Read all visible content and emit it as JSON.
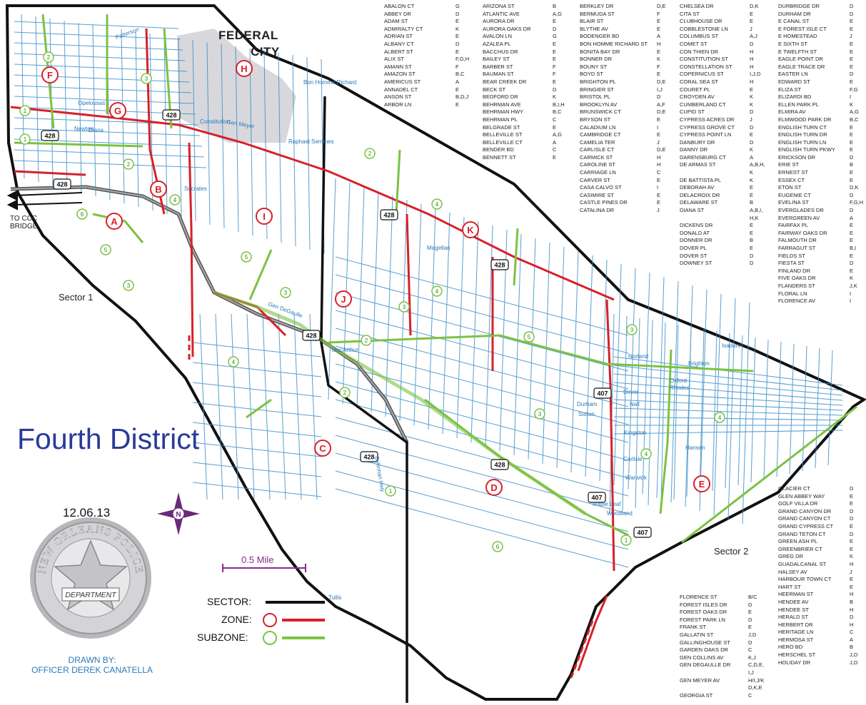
{
  "map": {
    "title": "Fourth District",
    "date": "12.06.13",
    "federal_city_line1": "FEDERAL",
    "federal_city_line2": "CITY",
    "sector_1": "Sector 1",
    "sector_2": "Sector 2",
    "ccc_line1": "TO CCC",
    "ccc_line2": "BRIDGE",
    "scale_label": "0.5 Mile",
    "north_label": "N",
    "legend": {
      "sector": "SECTOR:",
      "zone": "ZONE:",
      "subzone": "SUBZONE:"
    },
    "badge": {
      "top": "NEW ORLEANS POLICE",
      "center": "DEPARTMENT"
    },
    "drawn_by_line1": "DRAWN BY:",
    "drawn_by_line2": "OFFICER DEREK CANATELLA",
    "colors": {
      "sector": "#111111",
      "zone": "#d8202a",
      "subzone": "#7cc242",
      "streets": "#3a8fc8",
      "federal": "#d8d8dc",
      "title": "#2a3a9a"
    },
    "zones": [
      "A",
      "B",
      "C",
      "D",
      "E",
      "F",
      "G",
      "H",
      "I",
      "J",
      "K"
    ],
    "subzones": [
      "1",
      "2",
      "3",
      "4",
      "5",
      "6"
    ],
    "route_shields": [
      "428",
      "407"
    ],
    "street_labels": [
      "Patterson",
      "Gen Meyer",
      "Gen DeGaulle",
      "MacArthur",
      "Tullis",
      "Behrman Hwy",
      "Opelousas",
      "Newton",
      "Diana",
      "Magellan",
      "Socrates",
      "Norland",
      "Dover",
      "Nall",
      "Kingston",
      "Carlisle",
      "Warwick",
      "Woodland",
      "Durham",
      "Sutton",
      "Hansen",
      "Isadore",
      "Rhodes",
      "Oxford",
      "Brighton",
      "Maple Leaf",
      "Bon Homme Richard",
      "Raphael Semmes",
      "Constitution"
    ]
  },
  "index": [
    {
      "col": 1,
      "rows": [
        [
          "ABALON CT",
          "G"
        ],
        [
          "ABBEY DR",
          "D"
        ],
        [
          "ADAM ST",
          "E"
        ],
        [
          "ADMIRALTY CT",
          "K"
        ],
        [
          "ADRIAN ST",
          "E"
        ],
        [
          "ALBANY CT",
          "D"
        ],
        [
          "ALBERT ST",
          "E"
        ],
        [
          "ALIX ST",
          "F,G,H"
        ],
        [
          "AMANN ST",
          "F"
        ],
        [
          "AMAZON ST",
          "B,C"
        ],
        [
          "AMERICUS ST",
          "A"
        ],
        [
          "ANNADEL CT",
          "E"
        ],
        [
          "ANSON ST",
          "B,D,J"
        ],
        [
          "ARBOR LN",
          "E"
        ]
      ]
    },
    {
      "col": 2,
      "rows": [
        [
          "ARIZONA ST",
          "B"
        ],
        [
          "ATLANTIC AVE",
          "A,G"
        ],
        [
          "AURORA DR",
          "E"
        ],
        [
          "AURORA OAKS DR",
          "D"
        ],
        [
          "AVALON LN",
          "G"
        ],
        [
          "AZALEA PL",
          "E"
        ],
        [
          "BACCHUS DR",
          "E"
        ],
        [
          "BAILEY ST",
          "E"
        ],
        [
          "BARBER ST",
          "F"
        ],
        [
          "BAUMAN ST",
          "F"
        ],
        [
          "BEAR CREEK DR",
          "E"
        ],
        [
          "BECK ST",
          "D"
        ],
        [
          "BEDFORD DR",
          "K"
        ],
        [
          "BEHRMAN AVE",
          "B,I,H"
        ],
        [
          "BEHRMAN HWY",
          "B,C"
        ],
        [
          "BEHRMAN PL",
          "C"
        ],
        [
          "BELGRADE ST",
          "E"
        ],
        [
          "BELLEVILLE ST",
          "A,G"
        ],
        [
          "BELLEVILLE CT",
          "A"
        ],
        [
          "BENDER BD",
          "C"
        ],
        [
          "BENNETT ST",
          "E"
        ]
      ]
    },
    {
      "col": 3,
      "rows": [
        [
          "BERKLEY DR",
          "D,E"
        ],
        [
          "BERMUDA ST",
          "F"
        ],
        [
          "BLAIR ST",
          "E"
        ],
        [
          "BLYTHE AV",
          "E"
        ],
        [
          "BODENGER BD",
          "A"
        ],
        [
          "BON HOMME RICHARD ST",
          "H"
        ],
        [
          "BONITA BAY DR",
          "E"
        ],
        [
          "BONNER DR",
          "K"
        ],
        [
          "BOUNY ST",
          "F"
        ],
        [
          "BOYD ST",
          "E"
        ],
        [
          "BRIGHTON PL",
          "D,E"
        ],
        [
          "BRINGIER ST",
          "I,J"
        ],
        [
          "BRISTOL PL",
          "D"
        ],
        [
          "BROOKLYN AV",
          "A,F"
        ],
        [
          "BRUNSWICK CT",
          "D,E"
        ],
        [
          "BRYSON ST",
          "E"
        ],
        [
          "CALADIUM LN",
          "I"
        ],
        [
          "CAMBRIDGE CT",
          "E"
        ],
        [
          "CAMELIA TER",
          "J"
        ],
        [
          "CARLISLE CT",
          "D,E"
        ],
        [
          "CARMICK ST",
          "H"
        ],
        [
          "CAROLINE ST",
          "H"
        ],
        [
          "CARRIAGE LN",
          "C"
        ],
        [
          "CARVER ST",
          "E"
        ],
        [
          "CASA CALVO ST",
          "I"
        ],
        [
          "CASIMIRE ST",
          "E"
        ],
        [
          "CASTLE PINES DR",
          "E"
        ],
        [
          "CATALINA DR",
          "J"
        ]
      ]
    },
    {
      "col": 4,
      "rows": [
        [
          "CHELSEA DR",
          "D,K"
        ],
        [
          "CITA ST",
          "E"
        ],
        [
          "CLUBHOUSE DR",
          "E"
        ],
        [
          "COBBLESTONE LN",
          "J"
        ],
        [
          "COLUMBUS ST",
          "A,J"
        ],
        [
          "COMET ST",
          "D"
        ],
        [
          "CON THIEN DR",
          "H"
        ],
        [
          "CONSTITUTION ST",
          "H"
        ],
        [
          "CONSTELLATION ST",
          "H"
        ],
        [
          "COPERNICUS ST",
          "I,J,D"
        ],
        [
          "CORAL SEA ST",
          "H"
        ],
        [
          "COURET PL",
          "E"
        ],
        [
          "CROYDEN AV",
          "K"
        ],
        [
          "CUMBERLAND CT",
          "K"
        ],
        [
          "CUPID ST",
          "D"
        ],
        [
          "CYPRESS ACRES DR",
          "J"
        ],
        [
          "CYPRESS GROVE CT",
          "D"
        ],
        [
          "CYPRESS POINT LN",
          "E"
        ],
        [
          "DANBURY DR",
          "D"
        ],
        [
          "DANNY DR",
          "K"
        ],
        [
          "DARENSBURG CT",
          "A"
        ],
        [
          "DE ARMAS ST",
          "A,B,H,"
        ],
        [
          "",
          "K"
        ],
        [
          "DE BATTISTA PL",
          "K"
        ],
        [
          "DEBORAH AV",
          "E"
        ],
        [
          "DELACROIX DR",
          "E"
        ],
        [
          "DELAWARE ST",
          "B"
        ],
        [
          "DIANA ST",
          "A,B,I,"
        ],
        [
          "",
          "H,K"
        ],
        [
          "DICKENS DR",
          "E"
        ],
        [
          "DONALD AT",
          "E"
        ],
        [
          "DONNER DR",
          "B"
        ],
        [
          "DOVER PL",
          "E"
        ],
        [
          "DOVER ST",
          "D"
        ],
        [
          "DOWNEY ST",
          "D"
        ]
      ]
    },
    {
      "col": 5,
      "rows": [
        [
          "DURBRIDGE DR",
          "D"
        ],
        [
          "DURHAM DR",
          "D"
        ],
        [
          "E CANAL ST",
          "E"
        ],
        [
          "E FOREST ISLE CT",
          "E"
        ],
        [
          "E HOMESTEAD",
          "J"
        ],
        [
          "E SIXTH ST",
          "E"
        ],
        [
          "E TWELFTH ST",
          "E"
        ],
        [
          "EAGLE POINT DR",
          "E"
        ],
        [
          "EAGLE TRACE DR",
          "E"
        ],
        [
          "EASTER LN",
          "D"
        ],
        [
          "EDWARD ST",
          "E"
        ],
        [
          "ELIZA ST",
          "F,G"
        ],
        [
          "ELIZARDI BD",
          "I"
        ],
        [
          "ELLEN PARK PL",
          "K"
        ],
        [
          "ELMIRA AV",
          "A,G"
        ],
        [
          "ELMWOOD PARK DR",
          "B,C"
        ],
        [
          "ENGLISH TURN CT",
          "E"
        ],
        [
          "ENGLISH TURN DR",
          "E"
        ],
        [
          "ENGLISH TURN LN",
          "E"
        ],
        [
          "ENGLISH TURN PKWY",
          "E"
        ],
        [
          "ERICKSON DR",
          "D"
        ],
        [
          "ERIE ST",
          "B"
        ],
        [
          "ERNEST ST",
          "E"
        ],
        [
          "ESSEX CT",
          "E"
        ],
        [
          "ETON ST",
          "D,K"
        ],
        [
          "EUGENIE CT",
          "D"
        ],
        [
          "EVELINA ST",
          "F,G,H"
        ],
        [
          "EVERGLADES DR",
          "D"
        ],
        [
          "EVERGREEN AV",
          "A"
        ],
        [
          "FAIRFAX PL",
          "E"
        ],
        [
          "FAIRWAY OAKS DR",
          "E"
        ],
        [
          "FALMOUTH DR",
          "E"
        ],
        [
          "FARRAGUT ST",
          "B,I"
        ],
        [
          "FIELDS ST",
          "E"
        ],
        [
          "FIESTA ST",
          "D"
        ],
        [
          "FINLAND DR",
          "E"
        ],
        [
          "FIVE OAKS DR",
          "K"
        ],
        [
          "FLANDERS ST",
          "J,K"
        ],
        [
          "FLORAL LN",
          "I"
        ],
        [
          "FLORENCE AV",
          "I"
        ]
      ]
    },
    {
      "col": 6,
      "rows": [
        [
          "GLACIER CT",
          "D"
        ],
        [
          "GLEN ABBEY WAY",
          "E"
        ],
        [
          "GOLF VILLA DR",
          "E"
        ],
        [
          "GRAND CANYON DR",
          "D"
        ],
        [
          "GRAND CANYON CT",
          "D"
        ],
        [
          "GRAND CYPRESS CT",
          "E"
        ],
        [
          "GRAND TETON CT",
          "D"
        ],
        [
          "GREEN ASH PL",
          "E"
        ],
        [
          "GREENBRIER CT",
          "E"
        ],
        [
          "GREG DR",
          "K"
        ],
        [
          "GUADALCANAL ST",
          "H"
        ],
        [
          "HALSEY AV",
          "J"
        ],
        [
          "HARBOUR TOWN CT",
          "E"
        ],
        [
          "HART ST",
          "E"
        ],
        [
          "HEERMAN ST",
          "H"
        ],
        [
          "HENDEE AV",
          "B"
        ],
        [
          "HENDEE ST",
          "H"
        ],
        [
          "HERALD ST",
          "D"
        ],
        [
          "HERBERT DR",
          "H"
        ],
        [
          "HERITAGE LN",
          "C"
        ],
        [
          "HERMOSA ST",
          "A"
        ],
        [
          "HERO BD",
          "B"
        ],
        [
          "HERSCHEL ST",
          "J,D"
        ],
        [
          "HOLIDAY DR",
          "J,D"
        ]
      ]
    },
    {
      "col": 7,
      "rows": [
        [
          "FLORENCE ST",
          "B/C"
        ],
        [
          "FOREST ISLES DR",
          "D"
        ],
        [
          "FOREST OAKS DR",
          "E"
        ],
        [
          "FOREST PARK LN",
          "D"
        ],
        [
          "FRANK ST",
          "E"
        ],
        [
          "GALLATIN ST",
          "J,D"
        ],
        [
          "GALLINGHOUSE ST",
          "D"
        ],
        [
          "GARDEN OAKS DR",
          "C"
        ],
        [
          "GEN COLLINS AV",
          "K,J"
        ],
        [
          "GEN DEGAULLE DR",
          "C,D,E,"
        ],
        [
          "",
          "I,J"
        ],
        [
          "GEN MEYER AV",
          "H/I,J/K"
        ],
        [
          "",
          "D,K,E"
        ],
        [
          "GEORGIA ST",
          "C"
        ]
      ]
    }
  ]
}
